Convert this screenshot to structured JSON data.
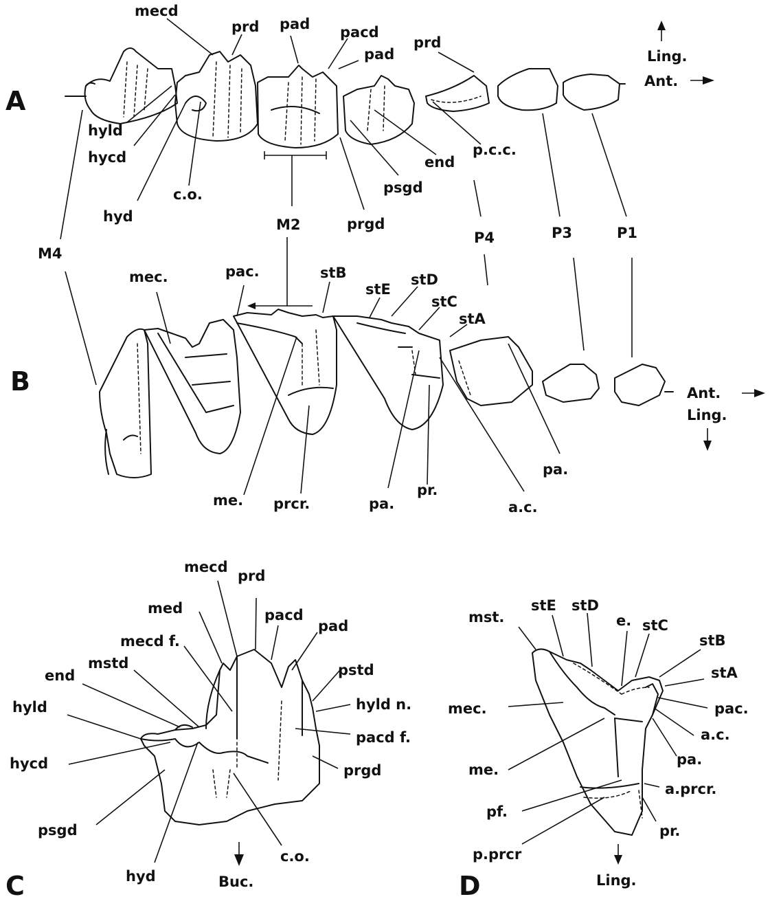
{
  "panels": {
    "A": {
      "letter": "A",
      "labels": {
        "mecd": "mecd",
        "prd_m": "prd",
        "pad_m": "pad",
        "pacd": "pacd",
        "pad_p": "pad",
        "prd_p": "prd",
        "hyld": "hyld",
        "hycd": "hycd",
        "hyd": "hyd",
        "co": "c.o.",
        "end": "end",
        "pcc": "p.c.c.",
        "psgd": "psgd",
        "prgd": "prgd",
        "M4": "M4",
        "M2": "M2",
        "P4": "P4",
        "P3": "P3",
        "P1": "P1"
      },
      "orientation": {
        "ling": "Ling.",
        "ant": "Ant."
      }
    },
    "B": {
      "letter": "B",
      "labels": {
        "mec": "mec.",
        "pac": "pac.",
        "stB": "stB",
        "stE": "stE",
        "stD": "stD",
        "stC": "stC",
        "stA": "stA",
        "me": "me.",
        "prcr": "prcr.",
        "pa_m": "pa.",
        "pr": "pr.",
        "ac": "a.c.",
        "pa_p": "pa."
      },
      "orientation": {
        "ant": "Ant.",
        "ling": "Ling."
      }
    },
    "C": {
      "letter": "C",
      "labels": {
        "mecd": "mecd",
        "prd": "prd",
        "med": "med",
        "pacd": "pacd",
        "pad": "pad",
        "mecdf": "mecd f.",
        "mstd": "mstd",
        "pstd": "pstd",
        "end": "end",
        "hyldn": "hyld n.",
        "hyld": "hyld",
        "pacdf": "pacd f.",
        "hycd": "hycd",
        "prgd": "prgd",
        "psgd": "psgd",
        "co": "c.o.",
        "hyd": "hyd"
      },
      "orientation": {
        "buc": "Buc."
      }
    },
    "D": {
      "letter": "D",
      "labels": {
        "mst": "mst.",
        "stE": "stE",
        "stD": "stD",
        "e": "e.",
        "stC": "stC",
        "stB": "stB",
        "stA": "stA",
        "mec": "mec.",
        "pac": "pac.",
        "ac": "a.c.",
        "me": "me.",
        "pa": "pa.",
        "aprcr": "a.prcr.",
        "pf": "pf.",
        "pr": "pr.",
        "pprcr": "p.prcr"
      },
      "orientation": {
        "ling": "Ling."
      }
    }
  }
}
